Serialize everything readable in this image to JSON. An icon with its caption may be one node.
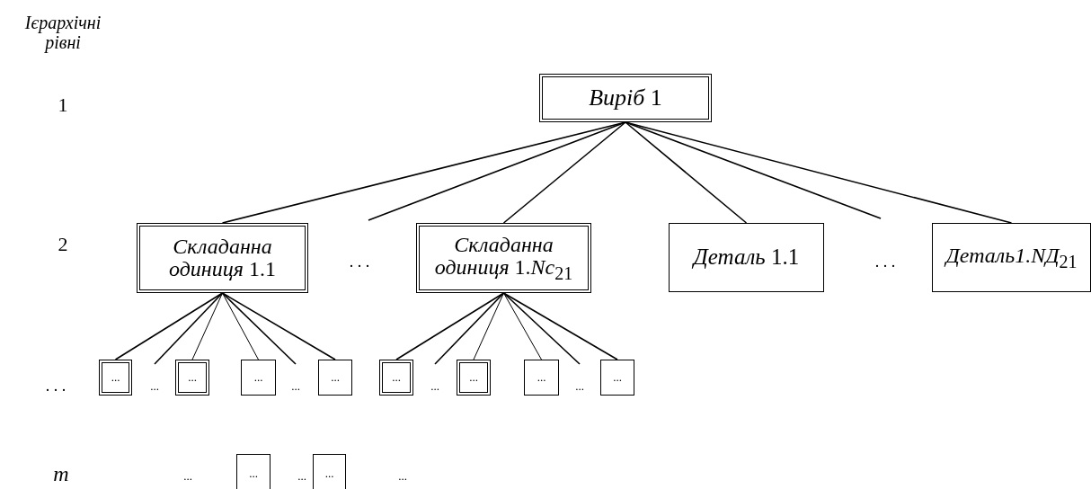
{
  "diagram": {
    "nodes": [
      {
        "text": [
          "*Виріб* 1"
        ]
      },
      {
        "text": [
          "*Складанна одиниця* 1.1"
        ]
      },
      {
        "text": [
          "*Складанна одиниця* 1.*Nc*$_{21}$"
        ]
      },
      {
        "text": [
          "*Деталь* 1.1"
        ]
      },
      {
        "text": [
          "*Деталь1.NД*$_{21}$"
        ]
      },
      {
        "text": [
          "..."
        ]
      },
      {
        "text": [
          "..."
        ]
      },
      {
        "text": [
          "..."
        ]
      },
      {
        "text": [
          "..."
        ]
      },
      {
        "text": [
          "..."
        ]
      },
      {
        "text": [
          "..."
        ]
      },
      {
        "text": [
          "..."
        ]
      },
      {
        "text": [
          "..."
        ]
      },
      {
        "text": [
          "..."
        ]
      },
      {
        "text": [
          "..."
        ]
      }
    ],
    "edges": [
      {
        "from": 0,
        "to": 1,
        "arrow": "none"
      },
      {
        "from": 0,
        "to": null,
        "arrow": "none"
      },
      {
        "from": 0,
        "to": 2,
        "arrow": "none"
      },
      {
        "from": 0,
        "to": 3,
        "arrow": "none"
      },
      {
        "from": 0,
        "to": null,
        "arrow": "none"
      },
      {
        "from": 0,
        "to": 4,
        "arrow": "none"
      },
      {
        "from": 1,
        "to": 5,
        "arrow": "none"
      },
      {
        "from": 1,
        "to": null,
        "arrow": "none"
      },
      {
        "from": 1,
        "to": 6,
        "arrow": "none"
      },
      {
        "from": 1,
        "to": 7,
        "arrow": "none"
      },
      {
        "from": 1,
        "to": null,
        "arrow": "none"
      },
      {
        "from": 1,
        "to": 8,
        "arrow": "none"
      },
      {
        "from": 2,
        "to": 9,
        "arrow": "none"
      },
      {
        "from": 2,
        "to": null,
        "arrow": "none"
      },
      {
        "from": 2,
        "to": 10,
        "arrow": "none"
      },
      {
        "from": 2,
        "to": 11,
        "arrow": "none"
      },
      {
        "from": 2,
        "to": null,
        "arrow": "none"
      },
      {
        "from": 2,
        "to": 12,
        "arrow": "none"
      }
    ],
    "labels": [
      "Ієрархічні рівні",
      "1",
      "2",
      ". . .",
      ". . .",
      ". . .",
      "...",
      "...",
      "...",
      "...",
      "m",
      "...",
      "...",
      "..."
    ]
  }
}
